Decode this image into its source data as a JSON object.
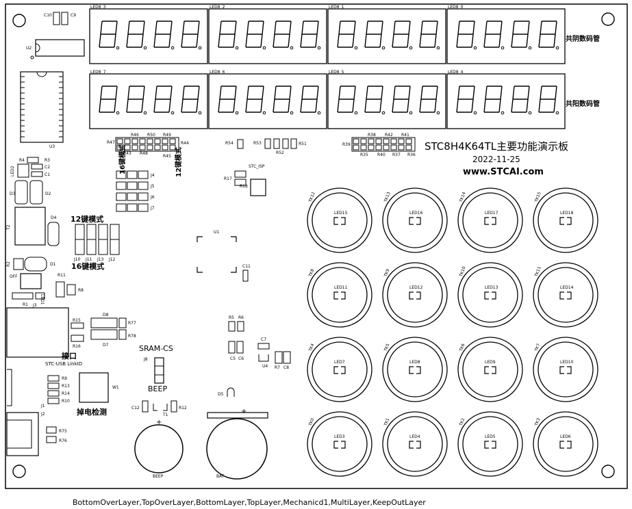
{
  "board": {
    "title": "STC8H4K64TL主要功能演示板",
    "date": "2022-11-25",
    "url": "www.STCAI.com",
    "layers_caption": "BottomOverLayer,TopOverLayer,BottomLayer,TopLayer,Mechanicd1,MultiLayer,KeepOutLayer"
  },
  "displays": {
    "top_row_labels": [
      "LED8_3",
      "LED8_2",
      "LED8_1",
      "LED8_0"
    ],
    "bottom_row_labels": [
      "LED8_7",
      "LED8_6",
      "LED8_5",
      "LED8_4"
    ],
    "top_row_note": "共阴数码管",
    "bottom_row_note": "共阳数码管"
  },
  "touch_keys": {
    "rows": [
      [
        {
          "tk": "TK12",
          "led": "LED15"
        },
        {
          "tk": "TK13",
          "led": "LED16"
        },
        {
          "tk": "TK14",
          "led": "LED17"
        },
        {
          "tk": "TK15",
          "led": "LED18"
        }
      ],
      [
        {
          "tk": "TK8",
          "led": "LED11"
        },
        {
          "tk": "TK9",
          "led": "LED12"
        },
        {
          "tk": "TK10",
          "led": "LED13"
        },
        {
          "tk": "TK11",
          "led": "LED14"
        }
      ],
      [
        {
          "tk": "TK4",
          "led": "LED7"
        },
        {
          "tk": "TK5",
          "led": "LED8"
        },
        {
          "tk": "TK6",
          "led": "LED9"
        },
        {
          "tk": "TK7",
          "led": "LED10"
        }
      ],
      [
        {
          "tk": "TK0",
          "led": "LED3"
        },
        {
          "tk": "TK1",
          "led": "LED4"
        },
        {
          "tk": "TK2",
          "led": "LED5"
        },
        {
          "tk": "TK3",
          "led": "LED6"
        }
      ]
    ]
  },
  "labels": {
    "c10": "C10",
    "c9": "C9",
    "u2": "U2",
    "u3": "U3",
    "r47": "R47",
    "r46": "R46",
    "r50": "R50",
    "r49": "R49",
    "r44": "R44",
    "r43": "R43",
    "r48": "R48",
    "r45": "R45",
    "r54": "R54",
    "r53": "R53",
    "r51": "R51",
    "r52": "R52",
    "r39": "R39",
    "r38": "R38",
    "r42": "R42",
    "r41": "R41",
    "r35": "R35",
    "r40": "R40",
    "r37": "R37",
    "r36": "R36",
    "r4": "R4",
    "r3": "R3",
    "c2": "C2",
    "c1": "C1",
    "led2": "LED2",
    "d3": "D3",
    "d2": "D2",
    "t2": "T2",
    "d4": "D4",
    "r2": "R2",
    "d1": "D1",
    "off": "OFF",
    "r11": "R11",
    "r8": "R8",
    "r1": "R1",
    "j3": "J3",
    "led1": "LED1",
    "j4": "J4",
    "j5": "J5",
    "j6": "J6",
    "j7": "J7",
    "key16_top": "16键模式",
    "key12_top": "12键模式",
    "key12_bottom": "12键模式",
    "key16_bottom": "16键模式",
    "j10": "J10",
    "j11": "J11",
    "j13": "J13",
    "j12": "J12",
    "r17": "R17",
    "r18": "R18",
    "stc_isp": "STC_ISP",
    "u1": "U1",
    "c11": "C11",
    "r15": "R15",
    "r16": "R16",
    "d8": "D8",
    "d7": "D7",
    "r77": "R77",
    "r78": "R78",
    "usb_port": "接口",
    "usb_name": "STC-USB LinkID",
    "sram_cs": "SRAM-CS",
    "j8": "J8",
    "beep_label": "BEEP",
    "r5": "R5",
    "r6": "R6",
    "c5": "C5",
    "c6": "C6",
    "c7": "C7",
    "u4": "U4",
    "r7": "R7",
    "c8": "C8",
    "r9": "R9",
    "r13": "R13",
    "r14": "R14",
    "r10": "R10",
    "j1": "J1",
    "w1": "W1",
    "power_detect": "掉电检测",
    "c12": "C12",
    "t1": "T1",
    "r12": "R12",
    "d5": "D5",
    "j2": "J2",
    "r75": "R75",
    "r76": "R76",
    "buzzer": "BEEP",
    "bat": "BAT",
    "bat_plus": "+",
    "beep_plus": "+"
  }
}
